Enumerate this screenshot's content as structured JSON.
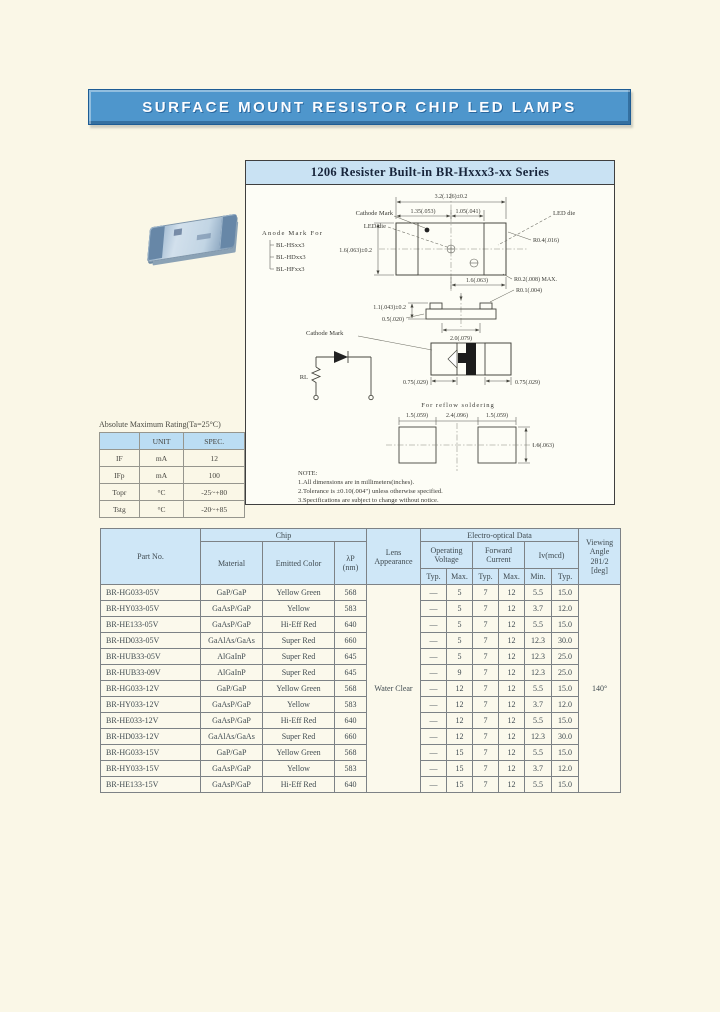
{
  "banner": {
    "title": "SURFACE MOUNT RESISTOR CHIP LED LAMPS"
  },
  "series_box": {
    "title": "1206 Resister Built-in BR-Hxxx3-xx Series",
    "labels": {
      "cathode_mark_top": "Cathode Mark",
      "led_die_left": "LED die",
      "led_die_right": "LED die",
      "anode_mark_for": "Anode Mark For",
      "anode_variants": [
        "BL-HSxx3",
        "BL-HDxx3",
        "BL-HFxx3"
      ],
      "cathode_mark_bottom": "Cathode Mark",
      "reflow_title": "For reflow soldering",
      "rl": "RL"
    },
    "dims": {
      "top_width": "3.2(.126)±0.2",
      "seg_left": "1.35(.053)",
      "seg_right": "1.05(.041)",
      "body_height": "1.6(.063)±0.2",
      "r_corner": "R0.4(.016)",
      "half_width": "1.6(.063)",
      "r_max": "R0.2(.008) MAX.",
      "r_small": "R0.1(.004)",
      "side_height": "1.1(.043)±0.2",
      "side_thickness": "0.5(.020)",
      "side_width": "2.0(.079)",
      "pad_left": "0.75(.029)",
      "pad_right": "0.75(.029)",
      "reflow_left": "1.5(.059)",
      "reflow_mid": "2.4(.096)",
      "reflow_right": "1.5(.059)",
      "reflow_height": "1.6(.063)"
    },
    "note": {
      "title": "NOTE:",
      "lines": [
        "1.All dimensions are in millimeters(inches).",
        "2.Tolerance is ±0.10(.004\") unless otherwise specified.",
        "3.Specifications are subject to change without notice."
      ]
    }
  },
  "abs_max": {
    "title": "Absolute Maximum Rating(Ta=25°C)",
    "col_headers": [
      "",
      "UNIT",
      "SPEC."
    ],
    "rows": [
      [
        "IF",
        "mA",
        "12"
      ],
      [
        "IFp",
        "mA",
        "100"
      ],
      [
        "Topr",
        "°C",
        "-25~+80"
      ],
      [
        "Tstg",
        "°C",
        "-20~+85"
      ]
    ]
  },
  "main_table": {
    "group_headers": {
      "chip": "Chip",
      "electro": "Electro-optical Data"
    },
    "headers": {
      "part_no": "Part No.",
      "material": "Material",
      "emitted_color": "Emitted Color",
      "lambda_p": "λP",
      "lambda_unit": "(nm)",
      "lens_appearance": "Lens Appearance",
      "operating_voltage": "Operating Voltage",
      "forward_current": "Forward Current",
      "iv": "Iv(mcd)",
      "typ": "Typ.",
      "max": "Max.",
      "min": "Min.",
      "viewing_angle_lines": [
        "Viewing",
        "Angle",
        "2θ1/2",
        "[deg]"
      ]
    },
    "lens_value": "Water Clear",
    "viewing_angle_value": "140°",
    "rows": [
      [
        "BR-HG033-05V",
        "GaP/GaP",
        "Yellow Green",
        "568",
        "—",
        "5",
        "7",
        "12",
        "5.5",
        "15.0"
      ],
      [
        "BR-HY033-05V",
        "GaAsP/GaP",
        "Yellow",
        "583",
        "—",
        "5",
        "7",
        "12",
        "3.7",
        "12.0"
      ],
      [
        "BR-HE133-05V",
        "GaAsP/GaP",
        "Hi-Eff Red",
        "640",
        "—",
        "5",
        "7",
        "12",
        "5.5",
        "15.0"
      ],
      [
        "BR-HD033-05V",
        "GaAlAs/GaAs",
        "Super Red",
        "660",
        "—",
        "5",
        "7",
        "12",
        "12.3",
        "30.0"
      ],
      [
        "BR-HUB33-05V",
        "AlGaInP",
        "Super Red",
        "645",
        "—",
        "5",
        "7",
        "12",
        "12.3",
        "25.0"
      ],
      [
        "BR-HUB33-09V",
        "AlGaInP",
        "Super Red",
        "645",
        "—",
        "9",
        "7",
        "12",
        "12.3",
        "25.0"
      ],
      [
        "BR-HG033-12V",
        "GaP/GaP",
        "Yellow Green",
        "568",
        "—",
        "12",
        "7",
        "12",
        "5.5",
        "15.0"
      ],
      [
        "BR-HY033-12V",
        "GaAsP/GaP",
        "Yellow",
        "583",
        "—",
        "12",
        "7",
        "12",
        "3.7",
        "12.0"
      ],
      [
        "BR-HE033-12V",
        "GaAsP/GaP",
        "Hi-Eff Red",
        "640",
        "—",
        "12",
        "7",
        "12",
        "5.5",
        "15.0"
      ],
      [
        "BR-HD033-12V",
        "GaAlAs/GaAs",
        "Super Red",
        "660",
        "—",
        "12",
        "7",
        "12",
        "12.3",
        "30.0"
      ],
      [
        "BR-HG033-15V",
        "GaP/GaP",
        "Yellow Green",
        "568",
        "—",
        "15",
        "7",
        "12",
        "5.5",
        "15.0"
      ],
      [
        "BR-HY033-15V",
        "GaAsP/GaP",
        "Yellow",
        "583",
        "—",
        "15",
        "7",
        "12",
        "3.7",
        "12.0"
      ],
      [
        "BR-HE133-15V",
        "GaAsP/GaP",
        "Hi-Eff Red",
        "640",
        "—",
        "15",
        "7",
        "12",
        "5.5",
        "15.0"
      ]
    ]
  },
  "colors": {
    "banner_blue": "#4E96CC",
    "header_blue": "#CFE7F7",
    "page_cream": "#FAF7E7"
  }
}
